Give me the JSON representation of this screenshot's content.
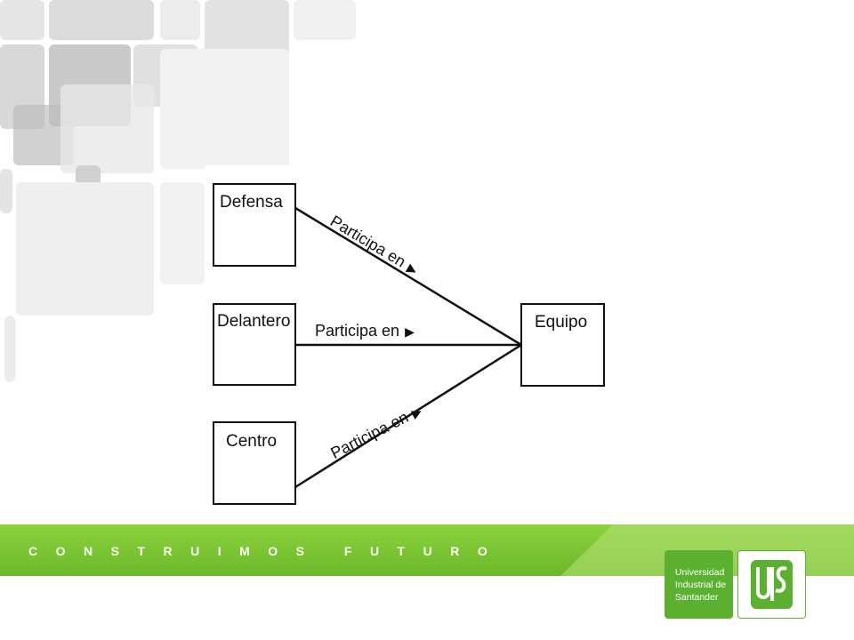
{
  "diagram": {
    "nodes": {
      "defensa": "Defensa",
      "delantero": "Delantero",
      "centro": "Centro",
      "equipo": "Equipo"
    },
    "edges": {
      "top": "Participa en",
      "middle": "Participa en",
      "bottom": "Participa en"
    },
    "arrow_glyph": "▶"
  },
  "footer": {
    "slogan": "CONSTRUIMOS FUTURO",
    "logo_text_line1": "Universidad",
    "logo_text_line2": "Industrial de",
    "logo_text_line3": "Santander",
    "accent_color": "#6bb82a"
  }
}
